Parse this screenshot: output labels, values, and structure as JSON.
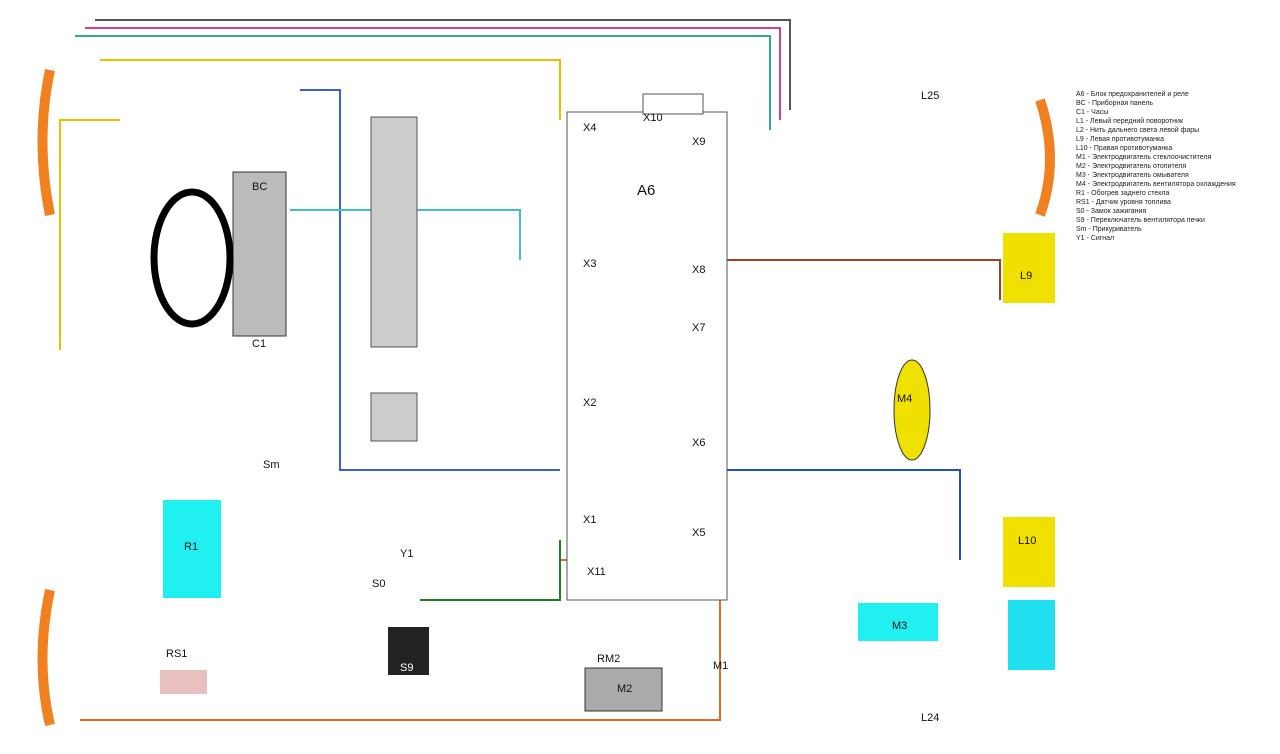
{
  "blocks": {
    "a6": "A6",
    "bc": "BC",
    "x1": "X1",
    "x2": "X2",
    "x3": "X3",
    "x4": "X4",
    "x5": "X5",
    "x6": "X6",
    "x7": "X7",
    "x8": "X8",
    "x9": "X9",
    "x10": "X10",
    "x11": "X11",
    "c1": "C1",
    "s0": "S0",
    "s9": "S9",
    "m1": "M1",
    "m2": "M2",
    "m3": "M3",
    "m4": "M4",
    "r1": "R1",
    "rm2": "RM2",
    "rs1": "RS1",
    "y1": "Y1",
    "sm": "Sm",
    "l9": "L9",
    "l10": "L10",
    "l25": "L25",
    "l24": "L24"
  },
  "legend": [
    "A6 - Блок предохранителей и реле",
    "BC - Приборная панель",
    "C1 - Часы",
    "L1 - Левый передний поворотник",
    "L2 - Нить дальнего света левой фары",
    "L9 - Левая противотуманка",
    "L10 - Правая противотуманка",
    "M1 - Электродвигатель стеклоочистителя",
    "M2 - Электродвигатель отопителя",
    "M3 - Электродвигатель омывателя",
    "M4 - Электродвигатель вентилятора охлаждения",
    "R1 - Обогрев заднего стекла",
    "RS1 - Датчик уровня топлива",
    "S0 - Замок зажигания",
    "S9 - Переключатель вентилятора печки",
    "Sm - Прикуриватель",
    "Y1 - Сигнал"
  ]
}
